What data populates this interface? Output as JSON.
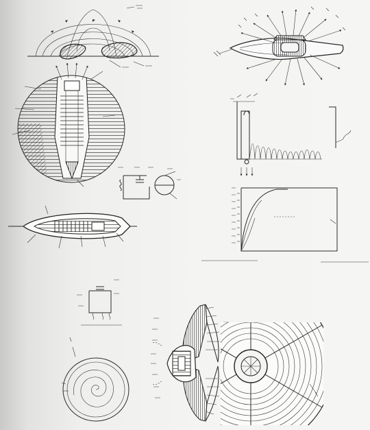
{
  "sheet": {
    "paper": "#f4f4f2",
    "ink": "#2a2a2a"
  },
  "figures": [
    {
      "id": "fig-field-lines-dome",
      "kind": "cross-section with radiating field arcs"
    },
    {
      "id": "fig-disc-radial-arrows",
      "kind": "lens-shaped craft with radial arrows"
    },
    {
      "id": "fig-circular-cutaway",
      "kind": "circular cutaway with central coil and hatching"
    },
    {
      "id": "fig-spiral-staircase",
      "kind": "coil / step trace"
    },
    {
      "id": "fig-circuit-small",
      "kind": "schematic circuit"
    },
    {
      "id": "fig-curve-graph",
      "kind": "saturation curves"
    },
    {
      "id": "fig-cigar-section",
      "kind": "elongated hull cross-section"
    },
    {
      "id": "fig-circuit-lower",
      "kind": "schematic circuit"
    },
    {
      "id": "fig-spiral-disc",
      "kind": "spiral winding disc"
    },
    {
      "id": "fig-winged-craft",
      "kind": "cross-section with wings"
    },
    {
      "id": "fig-radial-fan",
      "kind": "radial segmented disc quarter"
    }
  ]
}
